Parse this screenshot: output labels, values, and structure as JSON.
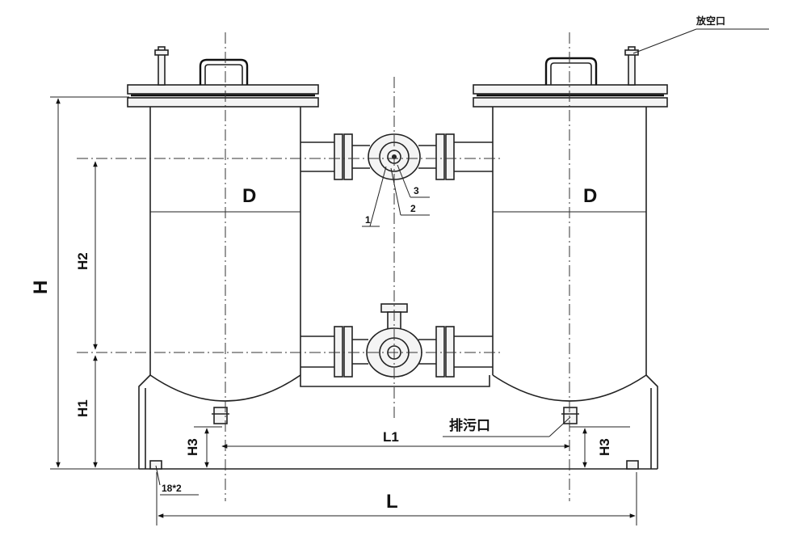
{
  "labels": {
    "vent": "放空口",
    "drain": "排污口",
    "diameter_left": "D",
    "diameter_right": "D",
    "height_total": "H",
    "height_h2": "H2",
    "height_h1": "H1",
    "height_h3_left": "H3",
    "height_h3_right": "H3",
    "length_l1": "L1",
    "length_l": "L",
    "bolt_holes": "18*2",
    "callout_1": "1",
    "callout_2": "2",
    "callout_3": "3"
  }
}
